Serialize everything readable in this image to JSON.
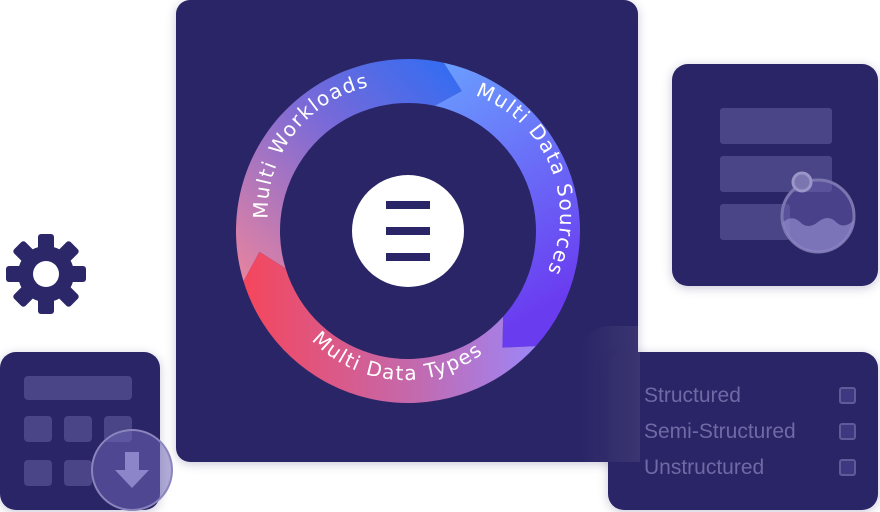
{
  "cycle": {
    "segments": [
      {
        "label": "Multi  Workloads"
      },
      {
        "label": "Multi Data Sources"
      },
      {
        "label": "Multi  Data Types"
      }
    ],
    "colors": {
      "workloads_start": "#e9849e",
      "workloads_end": "#2d6cf4",
      "sources_start": "#6aa0ff",
      "sources_end": "#6a3cf0",
      "types_start": "#f5465c",
      "types_end": "#9d86f7"
    },
    "center_icon": "logo-three-bars-icon"
  },
  "data_types": {
    "items": [
      {
        "label": "Structured"
      },
      {
        "label": "Semi-Structured"
      },
      {
        "label": "Unstructured"
      }
    ]
  },
  "icons": {
    "gear": "gear-icon",
    "download": "download-arrow-icon",
    "database": "database-gauge-icon"
  },
  "palette": {
    "card_bg": "#2a2566",
    "accent_gear": "#2b2768"
  }
}
